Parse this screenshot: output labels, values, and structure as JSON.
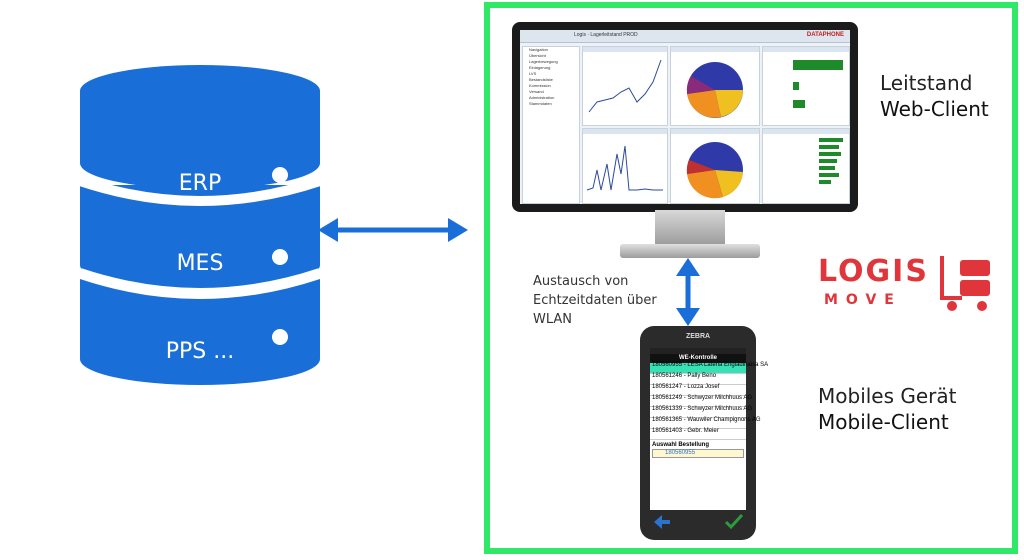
{
  "database": {
    "layers": [
      {
        "label": "ERP"
      },
      {
        "label": "MES"
      },
      {
        "label": "PPS ..."
      }
    ],
    "color": "#1a6ed8"
  },
  "leitstand": {
    "line1": "Leitstand",
    "line2": "Web-Client"
  },
  "mobile": {
    "line1": "Mobiles Gerät",
    "line2": "Mobile-Client"
  },
  "exchange": {
    "lines": [
      "Austausch von",
      "Echtzeitdaten über",
      "WLAN"
    ]
  },
  "logo": {
    "main": "LOGIS",
    "sub": "MOVE",
    "color": "#e0353b"
  },
  "panel_border_color": "#2ee866",
  "web_client": {
    "title": "Logis · Lagerleitstand PROD",
    "brand": "DATAPHONE",
    "nav": [
      "Navigation",
      "Übersicht",
      "Lagerbewegung",
      "Einlagerung",
      "LVS",
      "Bestandsliste",
      "Kommission",
      "Versand",
      "Administration",
      "Stammdaten"
    ]
  },
  "phone": {
    "brand": "ZEBRA",
    "window_title": "WE-Kontrolle",
    "rows": [
      {
        "text": "180560955 - LESA Latena Engiadinaisa SA",
        "selected": true
      },
      {
        "text": "180561246 - Pally Beno",
        "selected": false
      },
      {
        "text": "180561247 - Lozza Josef",
        "selected": false
      },
      {
        "text": "180561249 - Schwyzer Milchhuus AG",
        "selected": false
      },
      {
        "text": "180561339 - Schwyzer Milchhuus AG",
        "selected": false
      },
      {
        "text": "180561365 - Wauwiler Champignons AG",
        "selected": false
      },
      {
        "text": "180561403 - Gebr. Meier",
        "selected": false
      }
    ],
    "selection_label": "Auswahl Bestellung",
    "selection_value": "180560955"
  }
}
